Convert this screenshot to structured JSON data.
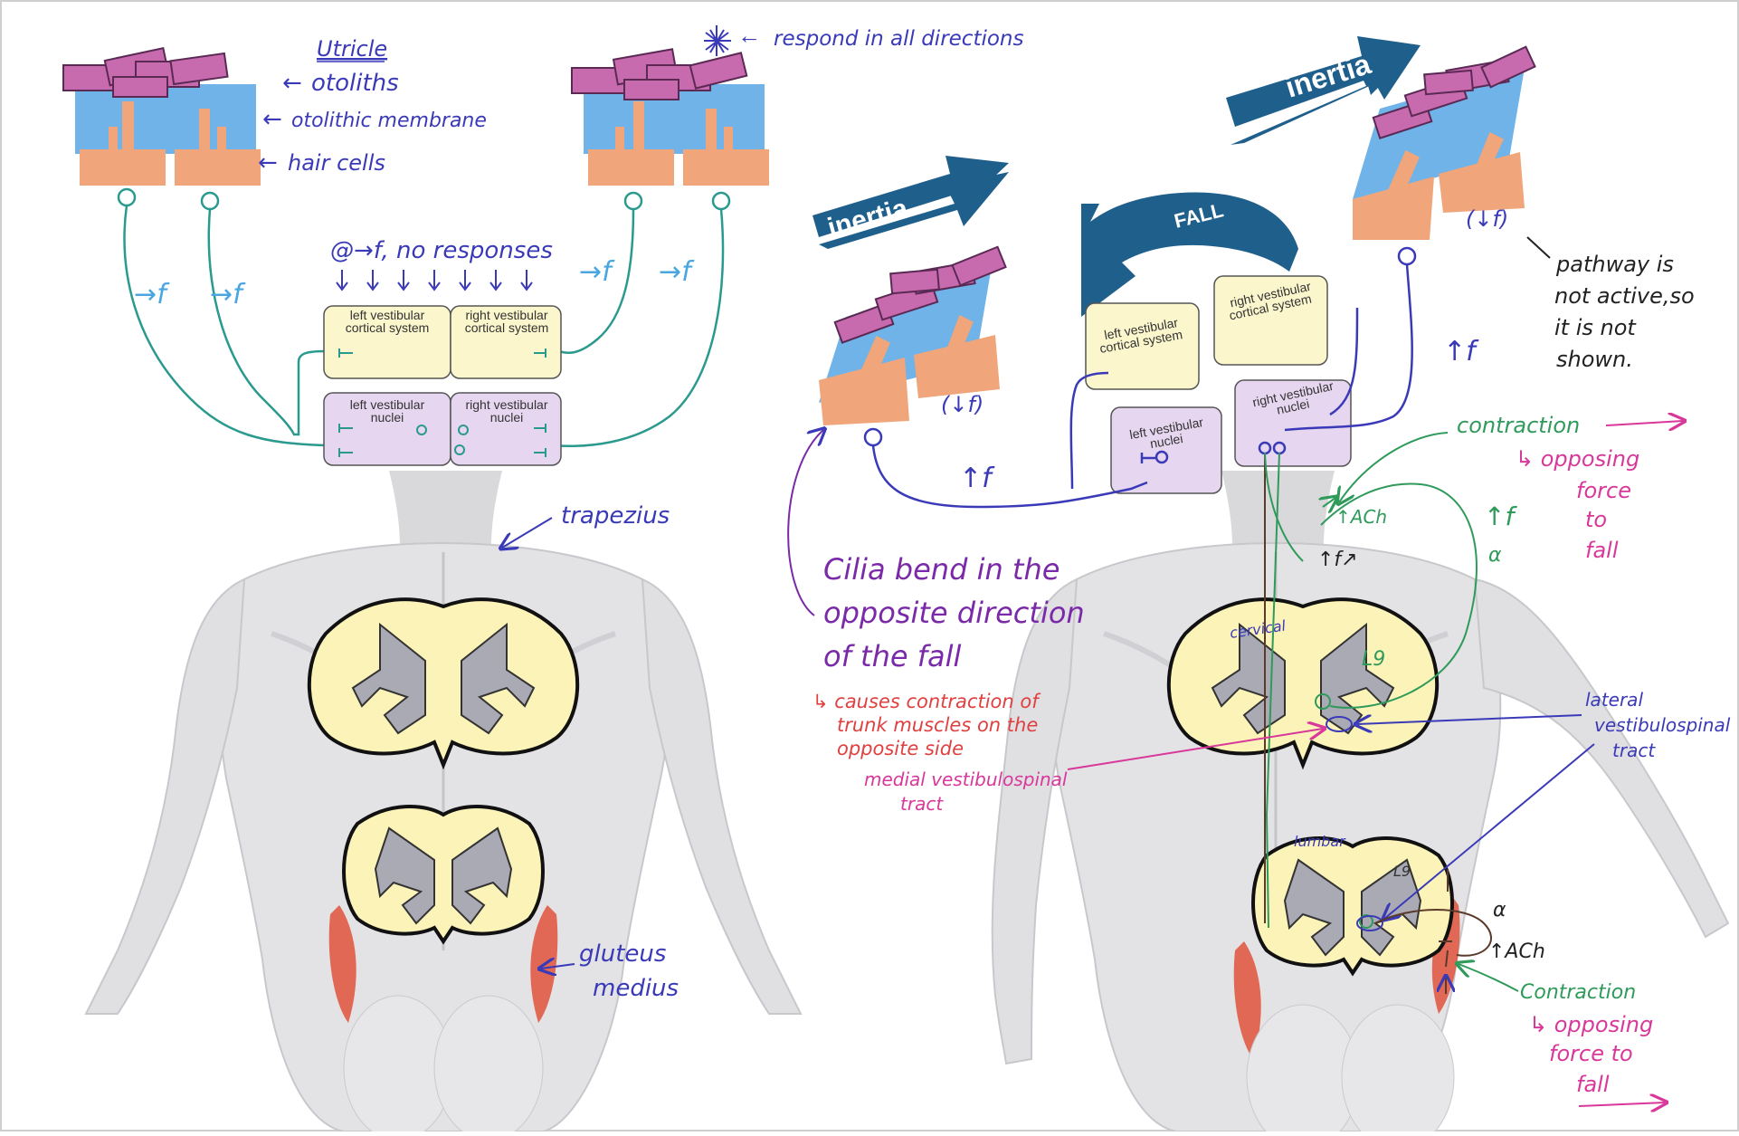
{
  "left_panel": {
    "utricle_title": "Utricle",
    "otoliths_label": "otoliths",
    "membrane_label": "otolithic membrane",
    "hair_cells_label": "hair cells",
    "respond_label": "respond in all directions",
    "baseline_label": "@→f, no responses",
    "arrow_f_label": "→f",
    "left_cortical": [
      "left vestibular",
      "cortical system"
    ],
    "right_cortical": [
      "right vestibular",
      "cortical system"
    ],
    "left_nuclei": [
      "left vestibular",
      "nuclei"
    ],
    "right_nuclei": [
      "right vestibular",
      "nuclei"
    ],
    "trapezius_label": "trapezius",
    "gluteus_label": [
      "gluteus",
      "medius"
    ]
  },
  "right_panel": {
    "inertia_label": "inertia",
    "fall_label": "FALL",
    "decrease_f_label": "(↓f)",
    "increase_f_label": "↑f",
    "pathway_note": [
      "pathway is",
      "not active,so",
      "it is not",
      "shown."
    ],
    "left_cortical": [
      "left vestibular",
      "cortical system"
    ],
    "right_cortical": [
      "right vestibular",
      "cortical system"
    ],
    "left_nuclei": [
      "left vestibular",
      "nuclei"
    ],
    "right_nuclei": [
      "right vestibular",
      "nuclei"
    ],
    "contraction_label": "contraction",
    "opposing_label": [
      "↳ opposing",
      "force",
      "to",
      "fall"
    ],
    "ach_label": "↑ACh",
    "fk_label": "↑f↗",
    "alpha_label": "α",
    "cilia_note": [
      "Cilia bend in the",
      "opposite direction",
      "of the fall"
    ],
    "causes_note": [
      "↳ causes contraction of",
      "trunk muscles on the",
      "opposite side"
    ],
    "medial_tract_label": [
      "medial vestibulospinal",
      "tract"
    ],
    "lateral_tract_label": [
      "lateral",
      "vestibulospinal",
      "tract"
    ],
    "cervical_label": "cervical",
    "lumbar_label": "lumbar",
    "l9_label": "L9",
    "ach_lower_label": "↑ACh",
    "contraction_lower_label": "Contraction",
    "opposing_lower_label": [
      "↳ opposing",
      "force to",
      "fall"
    ]
  },
  "colors": {
    "otolith": "#c86aae",
    "membrane": "#6fb3e8",
    "hair_cell": "#f0a57a",
    "cortical_box": "#fbf6cc",
    "nuclei_box": "#e6d6f0",
    "afferent": "#2a9a8e",
    "ink_blue": "#3a3ab8",
    "ink_green": "#2f9a5a",
    "ink_magenta": "#d8389a",
    "ink_red": "#e04040",
    "inertia_arrow": "#1f5f8c",
    "cord_fill": "#fbf3b8",
    "gray_matter": "#a9aab4",
    "muscle_red": "#e0523a"
  }
}
